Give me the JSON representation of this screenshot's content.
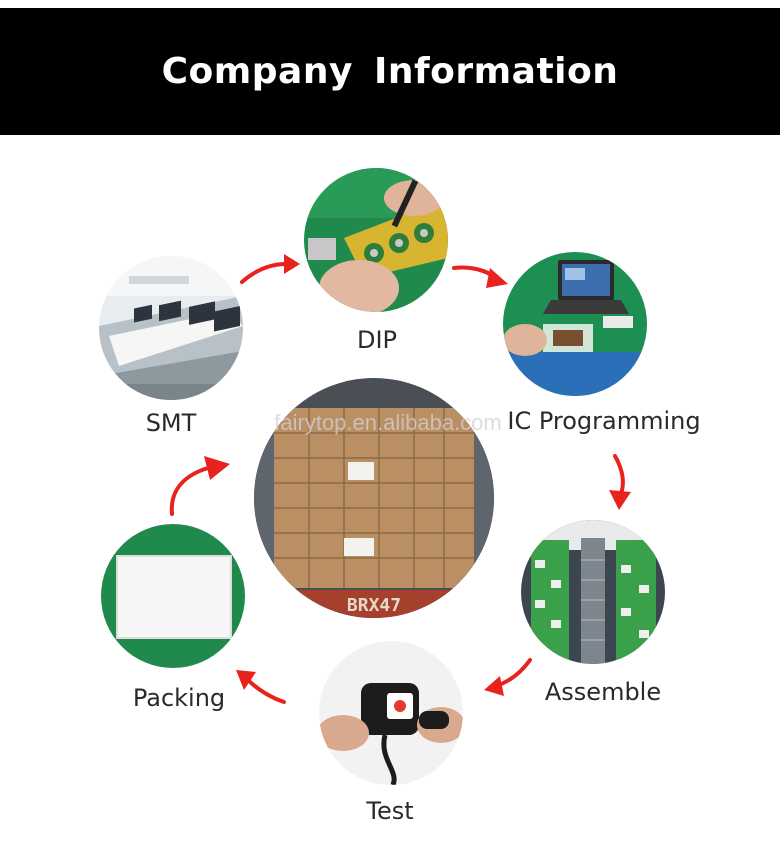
{
  "header": {
    "title": "Company Information"
  },
  "watermark": "fairytop.en.alibaba.com",
  "steps": {
    "smt": {
      "label": "SMT",
      "icon": "smt-machine-photo"
    },
    "dip": {
      "label": "DIP",
      "icon": "soldering-pcb-photo"
    },
    "ic": {
      "label": "IC Programming",
      "icon": "laptop-programming-photo"
    },
    "assemble": {
      "label": "Assemble",
      "icon": "assembly-line-photo"
    },
    "test": {
      "label": "Test",
      "icon": "device-test-photo"
    },
    "packing": {
      "label": "Packing",
      "icon": "packing-box-photo"
    }
  },
  "center": {
    "icon": "container-cartons-photo",
    "container_text": "BRX47"
  },
  "colors": {
    "arrow": "#e8221c",
    "header_bg": "#000000",
    "header_text": "#ffffff",
    "pcb_green": "#1f8a4c"
  }
}
